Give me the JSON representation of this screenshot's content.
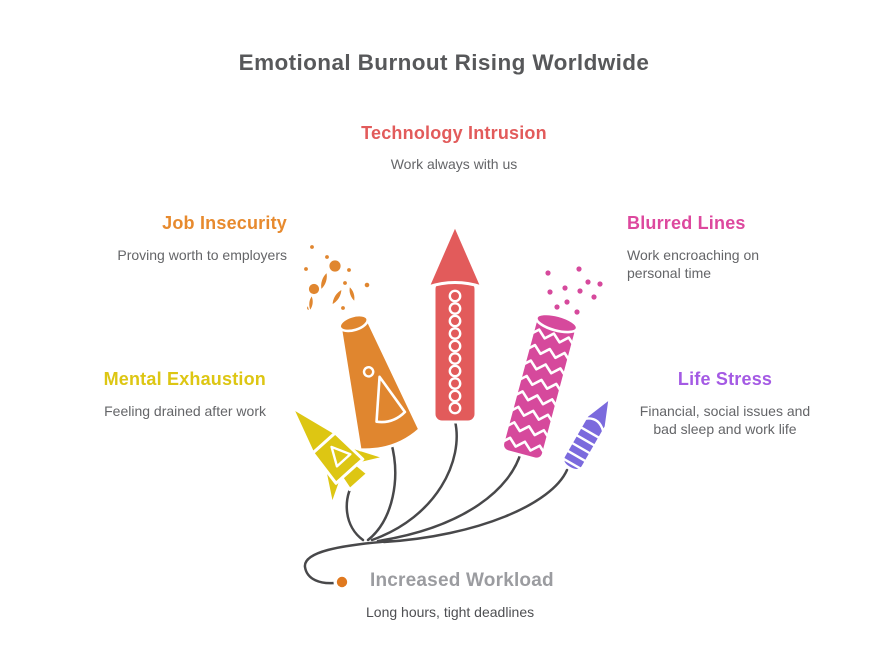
{
  "title": "Emotional Burnout Rising Worldwide",
  "sections": {
    "technology": {
      "heading": "Technology Intrusion",
      "description": "Work always with us",
      "icon": "red-rocket-firework-icon"
    },
    "job": {
      "heading": "Job Insecurity",
      "description": "Proving worth to employers",
      "icon": "orange-cone-firework-icon"
    },
    "blurred": {
      "heading": "Blurred Lines",
      "description": "Work encroaching on personal time",
      "icon": "pink-zigzag-firework-icon"
    },
    "mental": {
      "heading": "Mental Exhaustion",
      "description": "Feeling drained after work",
      "icon": "yellow-rocket-firework-icon"
    },
    "life": {
      "heading": "Life Stress",
      "description": "Financial, social issues and bad sleep and work life",
      "icon": "purple-crayon-firework-icon"
    },
    "workload": {
      "heading": "Increased Workload",
      "description": "Long hours, tight deadlines",
      "icon": "orange-bullet-dot-icon"
    }
  },
  "colors": {
    "background": "#ffffff",
    "title_text": "#57585a",
    "description_text": "#646568",
    "technology_red": "#e25b5b",
    "job_orange": "#e78a2e",
    "blurred_pink": "#dd489e",
    "mental_yellow": "#ddc613",
    "life_purple": "#a45ae4",
    "pink_rocket": "#d6499c",
    "purple_rocket": "#7b6add",
    "spark_orange": "#e0862f",
    "workload_heading_gray": "#9b9ca0",
    "workload_description_gray": "#4e4f52",
    "fuse_gray": "#48484a",
    "bullet_orange": "#e0791f",
    "outline_white": "#ffffff"
  }
}
